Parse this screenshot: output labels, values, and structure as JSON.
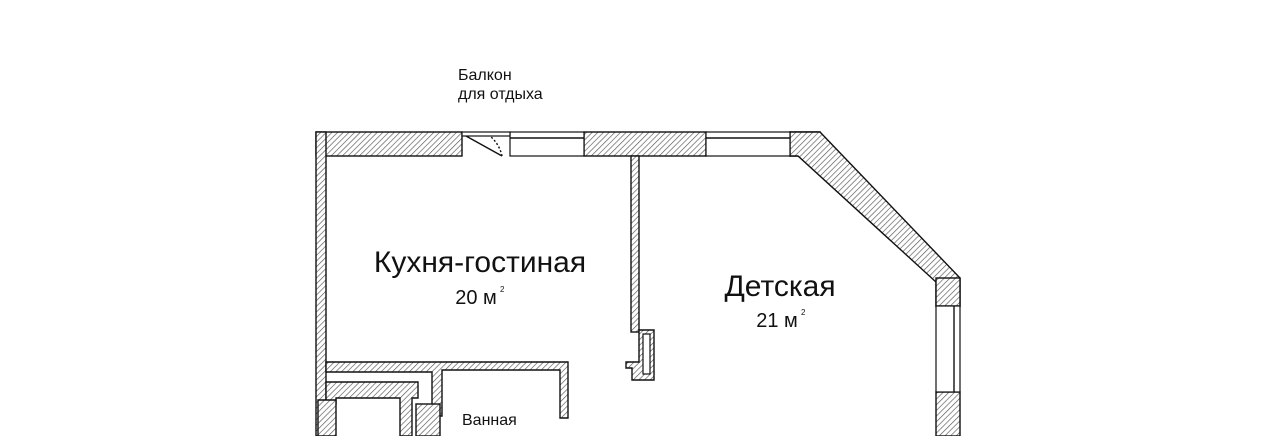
{
  "plan": {
    "balcony": {
      "line1": "Балкон",
      "line2": "для отдыха"
    },
    "rooms": [
      {
        "name": "Кухня-гостиная",
        "area": "20 м",
        "unit_sup": "2"
      },
      {
        "name": "Детская",
        "area": "21 м",
        "unit_sup": "2"
      },
      {
        "name": "Ванная"
      }
    ]
  }
}
